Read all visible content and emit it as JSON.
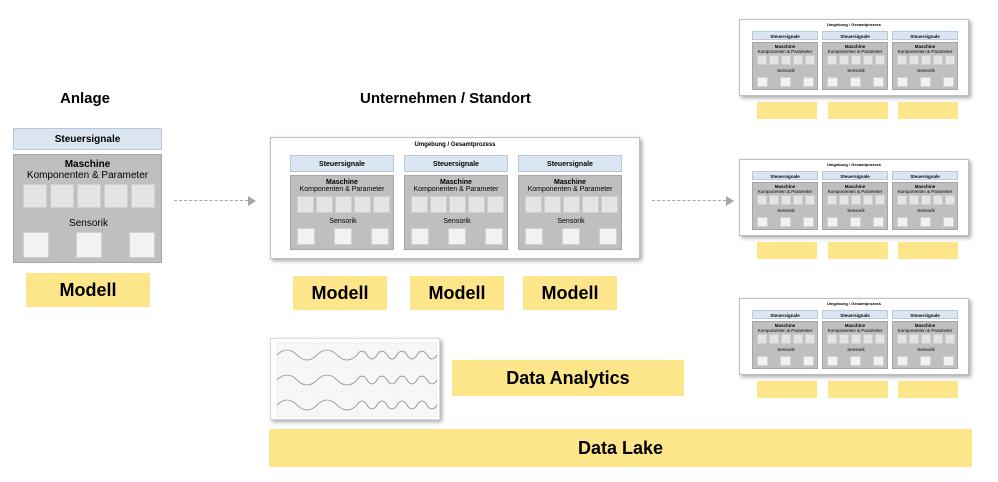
{
  "anlage": {
    "heading": "Anlage",
    "steuersignale": "Steuersignale",
    "maschine": "Maschine",
    "komponenten": "Komponenten & Parameter",
    "sensorik": "Sensorik",
    "modell": "Modell"
  },
  "unternehmen": {
    "heading": "Unternehmen / Standort",
    "umgebung": "Umgebung / Gesamtprozess",
    "units": [
      {
        "steuersignale": "Steuersignale",
        "maschine": "Maschine",
        "komponenten": "Komponenten & Parameter",
        "sensorik": "Sensorik"
      },
      {
        "steuersignale": "Steuersignale",
        "maschine": "Maschine",
        "komponenten": "Komponenten & Parameter",
        "sensorik": "Sensorik"
      },
      {
        "steuersignale": "Steuersignale",
        "maschine": "Maschine",
        "komponenten": "Komponenten & Parameter",
        "sensorik": "Sensorik"
      }
    ],
    "modelle": [
      "Modell",
      "Modell",
      "Modell"
    ]
  },
  "small_envs": {
    "umgebung": "Umgebung / Gesamtprozess",
    "steuersignale": "Steuersignale",
    "maschine": "Maschine",
    "komponenten": "Komponenten & Parameter",
    "sensorik": "Sensorik"
  },
  "data_analytics": "Data Analytics",
  "data_lake": "Data Lake",
  "colors": {
    "model_fill": "#fde58a",
    "control_fill": "#dce6f2",
    "machine_fill": "#bfbfbf"
  }
}
